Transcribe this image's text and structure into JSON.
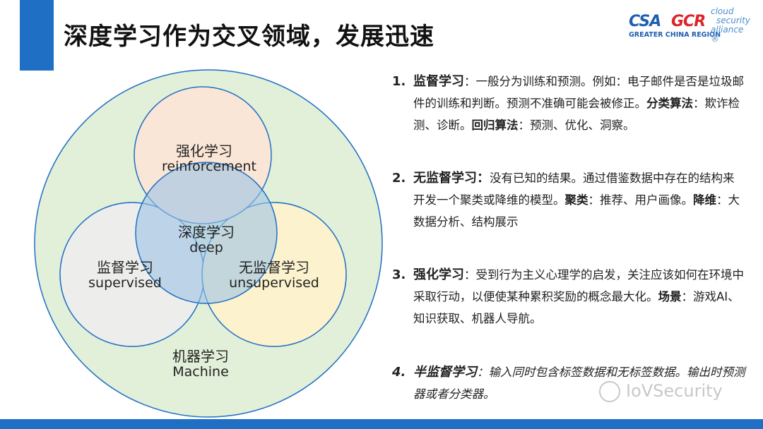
{
  "slide": {
    "title": "深度学习作为交叉领域，发展迅速",
    "logo": {
      "csa": "CSA",
      "gcr": "GCR",
      "region": "GREATER CHINA REGION",
      "cloud_line1": "cloud",
      "cloud_line2": "security",
      "cloud_line3": "alliance ®"
    },
    "colors": {
      "accent": "#1f6fc5",
      "outer_circle": "#e2efd9",
      "reinforcement": "#fbe5d6",
      "supervised": "#ededed",
      "unsupervised": "#fff2cc",
      "deep": "#9dc3e6"
    },
    "venn": {
      "machine": {
        "zh": "机器学习",
        "en": "Machine"
      },
      "reinforcement": {
        "zh": "强化学习",
        "en": "reinforcement"
      },
      "deep": {
        "zh": "深度学习",
        "en": "deep"
      },
      "supervised": {
        "zh": "监督学习",
        "en": "supervised"
      },
      "unsupervised": {
        "zh": "无监督学习",
        "en": "unsupervised"
      }
    },
    "items": [
      {
        "num": "1.",
        "head": "监督学习",
        "t1": "：一般分为训练和预测。例如：电子邮件是否是垃圾邮件的训练和判断。预测不准确可能会被修正。",
        "b1": "分类算法",
        "t2": "：欺诈检测、诊断。",
        "b2": "回归算法",
        "t3": "：预测、优化、洞察。"
      },
      {
        "num": "2.",
        "head": "无监督学习：",
        "t1": "没有已知的结果。通过借鉴数据中存在的结构来开发一个聚类或降维的模型。",
        "b1": "聚类",
        "t2": "：推荐、用户画像。",
        "b2": "降维",
        "t3": "：大数据分析、结构展示"
      },
      {
        "num": "3.",
        "head": "强化学习",
        "t1": "：受到行为主义心理学的启发，关注应该如何在环境中采取行动，以便使某种累积奖励的概念最大化。",
        "b1": "场景",
        "t2": "：游戏AI、知识获取、机器人导航。"
      },
      {
        "num": "4.",
        "head": "半监督学习",
        "t1": "：输入同时包含标签数据和无标签数据。输出时预测器或者分类器。"
      }
    ],
    "watermark": "IoVSecurity"
  }
}
